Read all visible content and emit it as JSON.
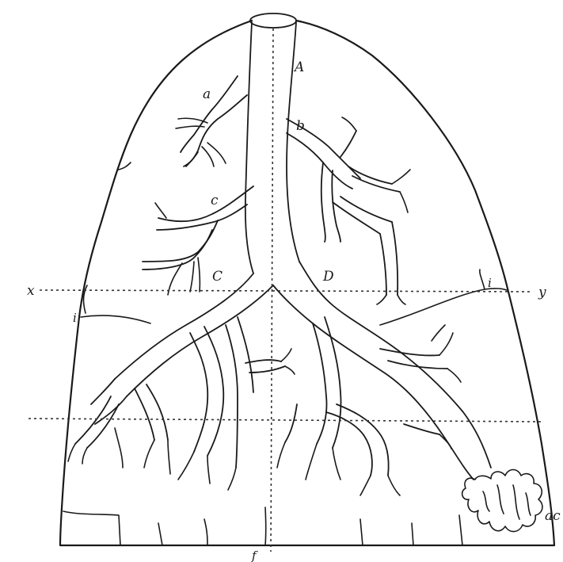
{
  "labels": {
    "A": "A",
    "a": "a",
    "b": "b",
    "c": "c",
    "C": "C",
    "D": "D",
    "x": "x",
    "y": "y",
    "i_left": "i",
    "i_right": "i",
    "f": "f",
    "ac": "ac"
  }
}
